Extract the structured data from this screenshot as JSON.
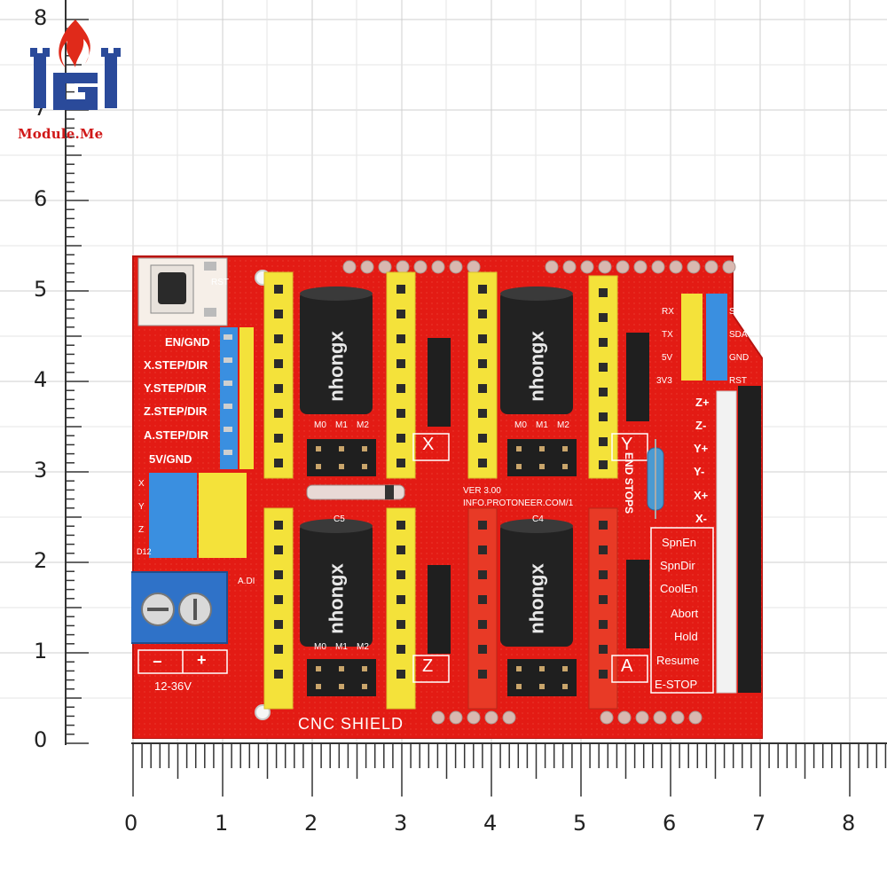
{
  "brand": {
    "name": "Module.Me",
    "logo_icon": "castle-g-flame-logo-icon",
    "colors": {
      "red": "#d8201a",
      "blue": "#2a4a9a"
    }
  },
  "ruler": {
    "vertical_ticks": [
      "8",
      "7",
      "6",
      "5",
      "4",
      "3",
      "2",
      "1",
      "0"
    ],
    "horizontal_ticks": [
      "0",
      "1",
      "2",
      "3",
      "4",
      "5",
      "6",
      "7",
      "8"
    ]
  },
  "board": {
    "title": "CNC SHIELD",
    "version": "VER 3.00",
    "url": "INFO.PROTONEER.COM/1",
    "reset_label": "RST",
    "power_label": "12-36V",
    "minus": "−",
    "plus": "+",
    "left_labels": [
      "EN/GND",
      "X.STEP/DIR",
      "Y.STEP/DIR",
      "Z.STEP/DIR",
      "A.STEP/DIR",
      "5V/GND"
    ],
    "axis_small": [
      "X",
      "Y",
      "Z",
      "D12"
    ],
    "driver_letters": [
      "X",
      "Y",
      "Z",
      "A"
    ],
    "microstep_labels": [
      "M0",
      "M1",
      "M2"
    ],
    "capacitor_text": "nhongx",
    "serial_labels": [
      "RX",
      "TX",
      "5V",
      "3V3"
    ],
    "i2c_labels": [
      "SCL",
      "SDA",
      "GND",
      "RST"
    ],
    "endstops_title": "END STOPS",
    "endstops": [
      "Z+",
      "Z-",
      "Y+",
      "Y-",
      "X+",
      "X-"
    ],
    "controls": [
      "SpnEn",
      "SpnDir",
      "CoolEn",
      "Abort",
      "Hold",
      "Resume",
      "E-STOP"
    ],
    "cap_labels": [
      "C5",
      "C4"
    ],
    "a_label": "A.DI",
    "colors": {
      "pcb": "#e31b14",
      "header_yellow": "#f4e23a",
      "pin_blue": "#3a8fe0",
      "terminal_blue": "#2f72c8"
    }
  }
}
